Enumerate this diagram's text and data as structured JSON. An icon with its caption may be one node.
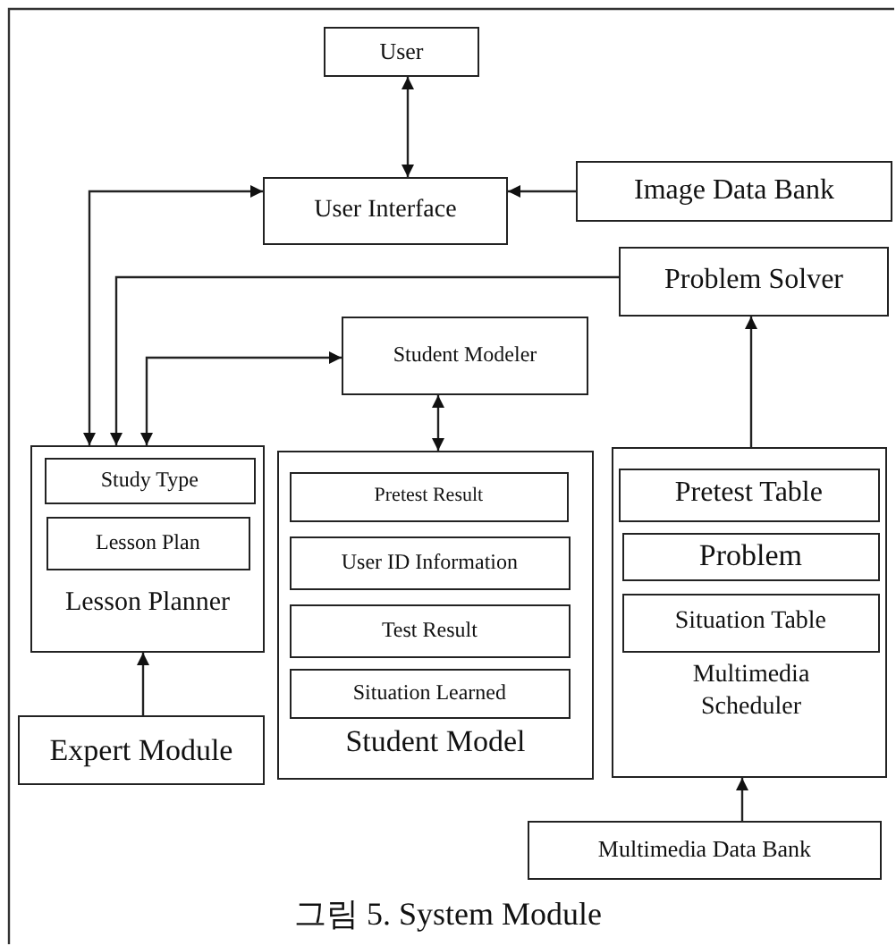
{
  "diagram": {
    "caption": "그림 5. System Module",
    "nodes": [
      {
        "text": [
          "User"
        ]
      },
      {
        "text": [
          "User Interface"
        ]
      },
      {
        "text": [
          "Image Data Bank"
        ]
      },
      {
        "text": [
          "Problem Solver"
        ]
      },
      {
        "text": [
          "Student Modeler"
        ]
      },
      {
        "text": [
          "Lesson Planner"
        ]
      },
      {
        "text": [
          "Study Type"
        ],
        "in": 5
      },
      {
        "text": [
          "Lesson Plan"
        ],
        "in": 5
      },
      {
        "text": [
          "Student Model"
        ]
      },
      {
        "text": [
          "Pretest Result"
        ],
        "in": 8
      },
      {
        "text": [
          "User ID Information"
        ],
        "in": 8
      },
      {
        "text": [
          "Test Result"
        ],
        "in": 8
      },
      {
        "text": [
          "Situation Learned"
        ],
        "in": 8
      },
      {
        "text": [
          "Multimedia Scheduler"
        ]
      },
      {
        "text": [
          "Pretest Table"
        ],
        "in": 13
      },
      {
        "text": [
          "Problem"
        ],
        "in": 13
      },
      {
        "text": [
          "Situation Table"
        ],
        "in": 13
      },
      {
        "text": [
          "Expert Module"
        ]
      },
      {
        "text": [
          "Multimedia Data Bank"
        ]
      }
    ],
    "edges": [
      {
        "from": 0,
        "to": 1,
        "arrow": "both"
      },
      {
        "from": 2,
        "to": 1,
        "arrow": "to"
      },
      {
        "from": 5,
        "to": 1,
        "arrow": "both"
      },
      {
        "from": 3,
        "to": 5,
        "arrow": "to"
      },
      {
        "from": 4,
        "to": 5,
        "arrow": "both"
      },
      {
        "from": 4,
        "to": 8,
        "arrow": "both"
      },
      {
        "from": 13,
        "to": 3,
        "arrow": "to"
      },
      {
        "from": 17,
        "to": 5,
        "arrow": "to"
      },
      {
        "from": 18,
        "to": 13,
        "arrow": "to"
      }
    ]
  }
}
